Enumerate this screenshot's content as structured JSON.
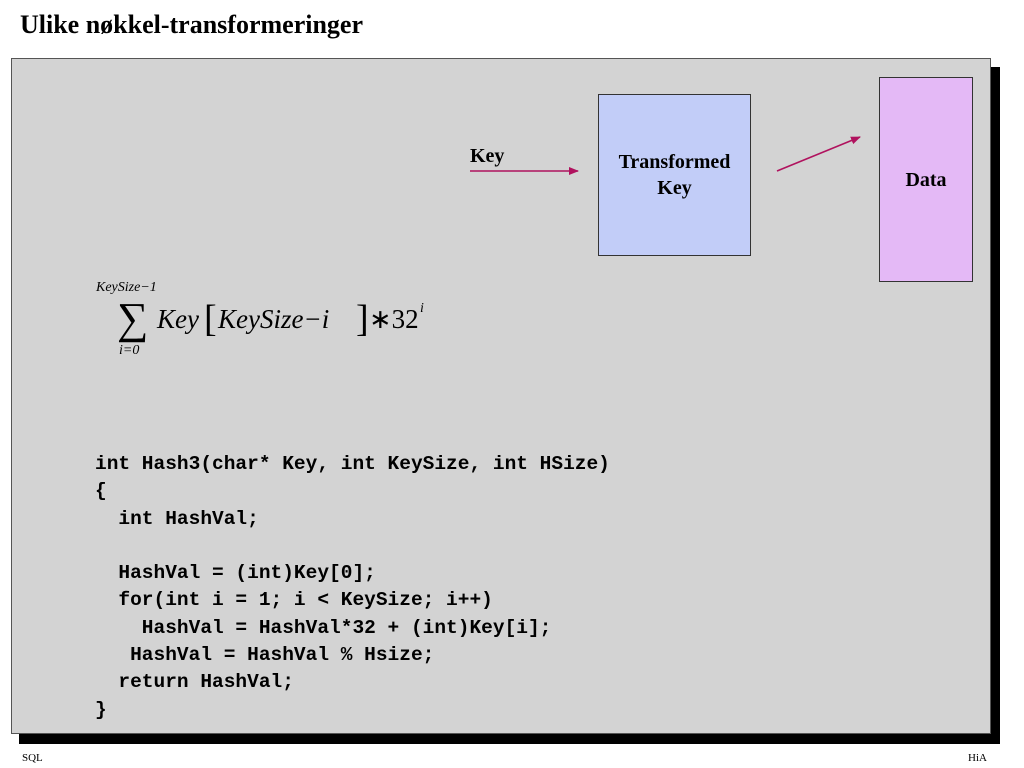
{
  "slide": {
    "title": "Ulike nøkkel-transformeringer"
  },
  "diagram": {
    "key_label": "Key",
    "transformed_key_line1": "Transformed",
    "transformed_key_line2": "Key",
    "data_label": "Data",
    "colors": {
      "transformed_key_box": "#c2cdf8",
      "data_box": "#e4b9f6",
      "arrow": "#b0125e"
    }
  },
  "formula": {
    "sum_upper": "KeySize−1",
    "sum_lower": "i=0",
    "term_key": "Key",
    "term_index": "KeySize−i",
    "term_multiplier": "∗32",
    "term_exponent": "i"
  },
  "code": {
    "lines": [
      "int Hash3(char* Key, int KeySize, int HSize)",
      "{",
      "  int HashVal;",
      "",
      "  HashVal = (int)Key[0];",
      "  for(int i = 1; i < KeySize; i++)",
      "    HashVal = HashVal*32 + (int)Key[i];",
      "   HashVal = HashVal % Hsize;",
      "  return HashVal;",
      "}"
    ]
  },
  "footer": {
    "left": "SQL",
    "right": "HiA"
  }
}
